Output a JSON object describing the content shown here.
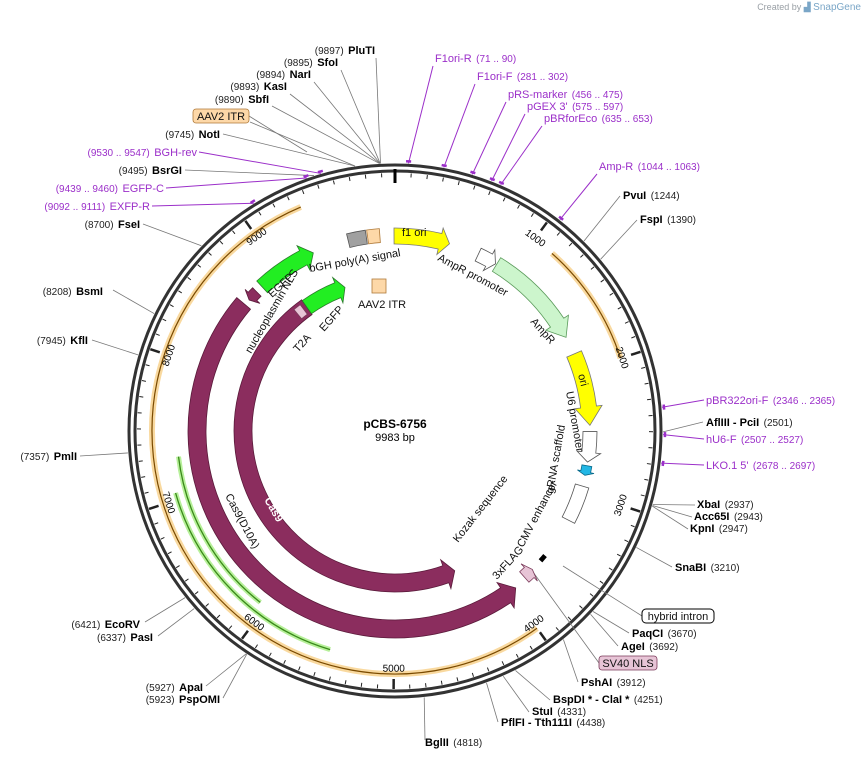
{
  "credit": {
    "prefix": "Created by",
    "brand": "SnapGene"
  },
  "plasmid": {
    "name": "pCBS-6756",
    "size_label": "9983 bp",
    "length": 9983
  },
  "tick_labels": [
    "1000",
    "2000",
    "3000",
    "4000",
    "5000",
    "6000",
    "7000",
    "8000",
    "9000"
  ],
  "sites": [
    {
      "name": "PluTI",
      "pos": "(9897)",
      "side": "L"
    },
    {
      "name": "SfoI",
      "pos": "(9895)",
      "side": "L"
    },
    {
      "name": "NarI",
      "pos": "(9894)",
      "side": "L"
    },
    {
      "name": "KasI",
      "pos": "(9893)",
      "side": "L"
    },
    {
      "name": "SbfI",
      "pos": "(9890)",
      "side": "L"
    },
    {
      "name": "NotI",
      "pos": "(9745)",
      "side": "L"
    },
    {
      "name": "BsrGI",
      "pos": "(9495)",
      "side": "L"
    },
    {
      "name": "FseI",
      "pos": "(8700)",
      "side": "L"
    },
    {
      "name": "BsmI",
      "pos": "(8208)",
      "side": "L"
    },
    {
      "name": "KflI",
      "pos": "(7945)",
      "side": "L"
    },
    {
      "name": "PmlI",
      "pos": "(7357)",
      "side": "L"
    },
    {
      "name": "EcoRV",
      "pos": "(6421)",
      "side": "L"
    },
    {
      "name": "PasI",
      "pos": "(6337)",
      "side": "L"
    },
    {
      "name": "ApaI",
      "pos": "(5927)",
      "side": "L"
    },
    {
      "name": "PspOMI",
      "pos": "(5923)",
      "side": "L"
    },
    {
      "name": "BglII",
      "pos": "(4818)",
      "side": "L"
    },
    {
      "name": "PvuI",
      "pos": "(1244)",
      "side": "R"
    },
    {
      "name": "FspI",
      "pos": "(1390)",
      "side": "R"
    },
    {
      "name": "AflIII - PciI",
      "pos": "(2501)",
      "side": "R"
    },
    {
      "name": "XbaI",
      "pos": "(2937)",
      "side": "R"
    },
    {
      "name": "Acc65I",
      "pos": "(2943)",
      "side": "R"
    },
    {
      "name": "KpnI",
      "pos": "(2947)",
      "side": "R"
    },
    {
      "name": "SnaBI",
      "pos": "(3210)",
      "side": "R"
    },
    {
      "name": "PaqCI",
      "pos": "(3670)",
      "side": "R"
    },
    {
      "name": "AgeI",
      "pos": "(3692)",
      "side": "R"
    },
    {
      "name": "PshAI",
      "pos": "(3912)",
      "side": "R"
    },
    {
      "name": "BspDI * - ClaI *",
      "pos": "(4251)",
      "side": "R"
    },
    {
      "name": "StuI",
      "pos": "(4331)",
      "side": "R"
    },
    {
      "name": "PflFI - Tth111I",
      "pos": "(4438)",
      "side": "R"
    }
  ],
  "primers": [
    {
      "name": "F1ori-R",
      "pos": "(71 .. 90)"
    },
    {
      "name": "F1ori-F",
      "pos": "(281 .. 302)"
    },
    {
      "name": "pRS-marker",
      "pos": "(456 .. 475)"
    },
    {
      "name": "pGEX 3'",
      "pos": "(575 .. 597)"
    },
    {
      "name": "pBRforEco",
      "pos": "(635 .. 653)"
    },
    {
      "name": "Amp-R",
      "pos": "(1044 .. 1063)"
    },
    {
      "name": "pBR322ori-F",
      "pos": "(2346 .. 2365)"
    },
    {
      "name": "hU6-F",
      "pos": "(2507 .. 2527)"
    },
    {
      "name": "LKO.1 5'",
      "pos": "(2678 .. 2697)"
    },
    {
      "name": "BGH-rev",
      "pos": "(9530 .. 9547)"
    },
    {
      "name": "EGFP-C",
      "pos": "(9439 .. 9460)"
    },
    {
      "name": "EXFP-R",
      "pos": "(9092 .. 9111)"
    }
  ],
  "boxed_labels": [
    {
      "name": "AAV2 ITR"
    },
    {
      "name": "hybrid intron"
    },
    {
      "name": "SV40 NLS"
    }
  ],
  "features": [
    {
      "name": "f1 ori"
    },
    {
      "name": "AmpR promoter"
    },
    {
      "name": "AmpR"
    },
    {
      "name": "ori"
    },
    {
      "name": "U6 promoter"
    },
    {
      "name": "gRNA scaffold"
    },
    {
      "name": "CMV enhancer"
    },
    {
      "name": "Kozak sequence"
    },
    {
      "name": "3xFLAG"
    },
    {
      "name": "Cas9"
    },
    {
      "name": "Cas9(D10A)"
    },
    {
      "name": "T2A"
    },
    {
      "name": "EGFP"
    },
    {
      "name": "AAV2 ITR"
    },
    {
      "name": "bGH poly(A) signal"
    },
    {
      "name": "nucleoplasmin NLS"
    },
    {
      "name": "EGFP"
    }
  ],
  "colors": {
    "primer": "#9b2fc9",
    "f1ori": "#ffff00",
    "ampr": "#ccf5cc",
    "ori": "#ffff00",
    "cas": "#8b2d5e",
    "egfp": "#22ee22",
    "itr": "#fdd8a8",
    "orf_outline": "#f2a900",
    "green_orf": "#3a8a1a",
    "sv40": "#e7c4d6",
    "gray": "#a0a0a0",
    "cyan": "#22b7e5"
  }
}
